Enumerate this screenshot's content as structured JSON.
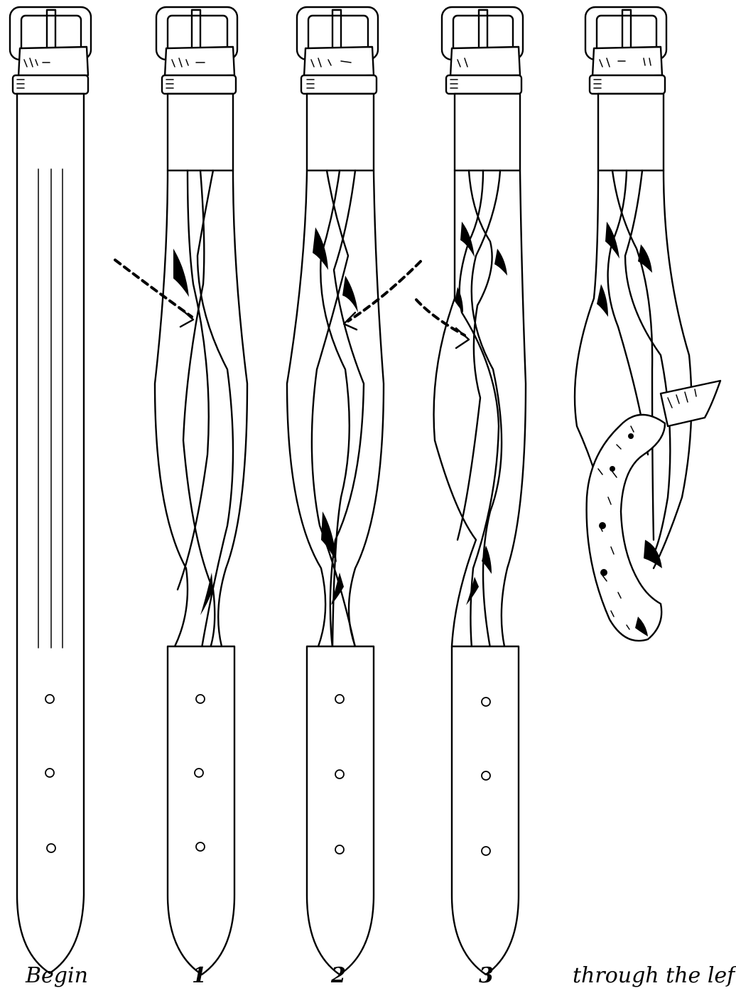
{
  "panels": [
    {
      "id": "begin",
      "caption": "Begin",
      "hole_count": 3
    },
    {
      "id": "step1",
      "caption": "1",
      "hole_count": 3,
      "arrow_direction": "right"
    },
    {
      "id": "step2",
      "caption": "2",
      "hole_count": 3,
      "arrow_direction": "left"
    },
    {
      "id": "step3",
      "caption": "3",
      "hole_count": 3,
      "arrow_direction": "right"
    },
    {
      "id": "step4",
      "caption": "through the left"
    }
  ],
  "colors": {
    "ink": "#000000",
    "paper": "#ffffff"
  }
}
